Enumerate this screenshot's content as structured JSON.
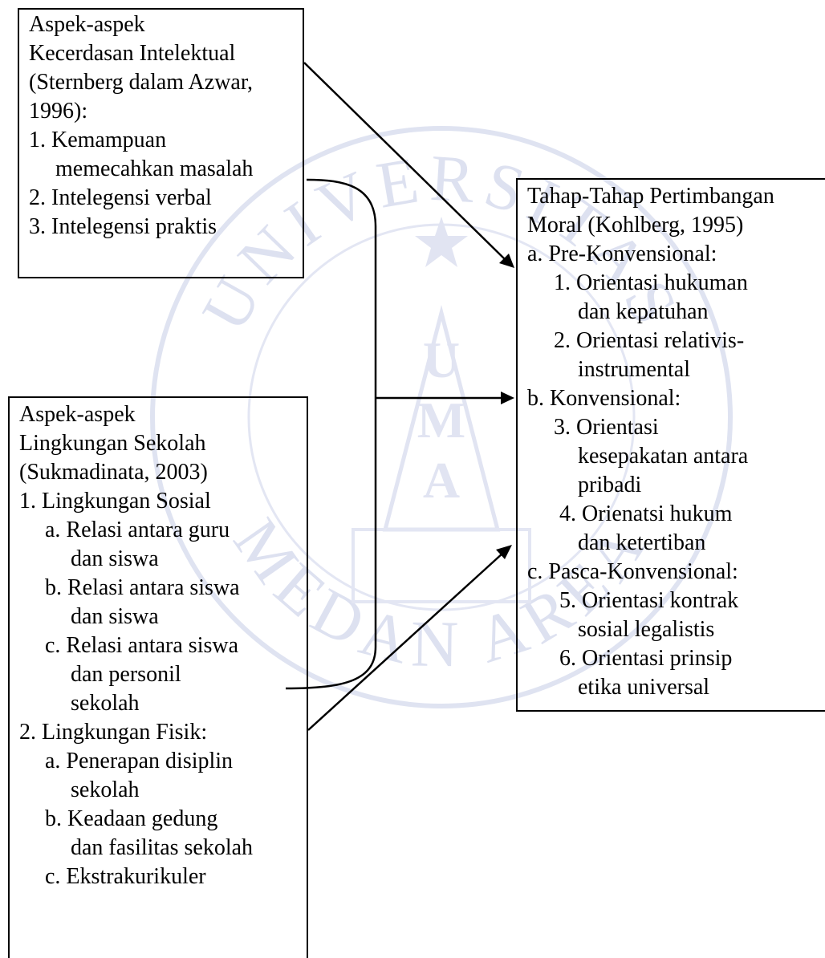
{
  "watermark": {
    "top_text": "UNIVERSITAS",
    "bottom_text": "MEDAN AREA",
    "emblem_letters": [
      "U",
      "M",
      "A"
    ]
  },
  "box_iq": {
    "lines": [
      "Aspek-aspek",
      "Kecerdasan Intelektual",
      "(Sternberg dalam Azwar,",
      "1996):",
      "1. Kemampuan",
      "memecahkan masalah",
      "2. Intelegensi verbal",
      "3. Intelegensi praktis"
    ]
  },
  "box_school": {
    "lines": [
      "Aspek-aspek",
      "Lingkungan Sekolah",
      "(Sukmadinata, 2003)",
      "1. Lingkungan Sosial",
      "a. Relasi antara guru",
      "dan siswa",
      "b. Relasi antara siswa",
      "dan siswa",
      "c. Relasi antara siswa",
      "dan personil",
      "sekolah",
      "2. Lingkungan Fisik:",
      "a. Penerapan disiplin",
      "sekolah",
      "b. Keadaan gedung",
      "dan fasilitas sekolah",
      "c. Ekstrakurikuler"
    ]
  },
  "box_moral": {
    "lines": [
      "Tahap-Tahap Pertimbangan",
      "Moral (Kohlberg, 1995)",
      "a. Pre-Konvensional:",
      "1. Orientasi  hukuman",
      "dan kepatuhan",
      "2. Orientasi relativis-",
      "instrumental",
      "b. Konvensional:",
      "3. Orientasi",
      "kesepakatan antara",
      "pribadi",
      "4. Orienatsi hukum",
      "dan ketertiban",
      "c. Pasca-Konvensional:",
      "5. Orientasi kontrak",
      "sosial legalistis",
      "6. Orientasi prinsip",
      "etika universal"
    ]
  }
}
